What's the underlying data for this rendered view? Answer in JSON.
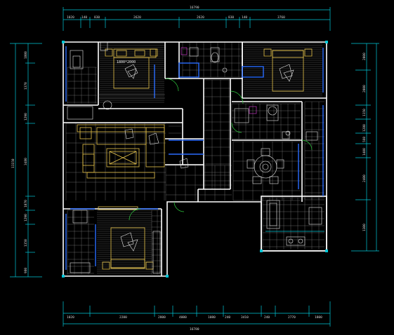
{
  "bed_label": "1800*2000",
  "dims": {
    "top_total": "16790",
    "top": [
      "1020",
      "140",
      "830",
      "2620",
      "2620",
      "830",
      "140",
      "3760"
    ],
    "bottom_total": "16780",
    "bottom": [
      "1020",
      "2200",
      "2800",
      "4000",
      "1080",
      "240",
      "3410",
      "240",
      "2770",
      "1800"
    ],
    "left_total": "11150",
    "left": [
      "1800",
      "1370",
      "1290",
      "3480",
      "1070",
      "1290",
      "1350",
      "980"
    ],
    "right": [
      "2000",
      "2000",
      "1150",
      "1280",
      "560",
      "1400",
      "2400",
      "1300"
    ]
  },
  "colors": {
    "background": "#000000",
    "wall": "#ffffff",
    "dimension": "#00c8d8",
    "furniture": "#e6c34a",
    "window": "#2a6cff"
  }
}
